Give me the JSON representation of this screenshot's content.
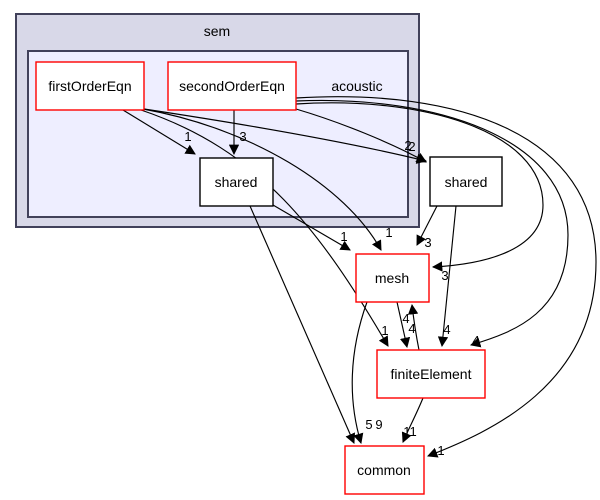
{
  "diagram": {
    "kind": "directory-dependency-graph",
    "clusters": [
      {
        "id": "sem",
        "label": "sem"
      },
      {
        "id": "acoustic",
        "label": "acoustic"
      }
    ],
    "nodes": [
      {
        "id": "firstOrderEqn",
        "label": "firstOrderEqn",
        "border": "red"
      },
      {
        "id": "secondOrderEqn",
        "label": "secondOrderEqn",
        "border": "red"
      },
      {
        "id": "shared_sem",
        "label": "shared",
        "border": "black"
      },
      {
        "id": "shared",
        "label": "shared",
        "border": "black"
      },
      {
        "id": "mesh",
        "label": "mesh",
        "border": "red"
      },
      {
        "id": "finiteElement",
        "label": "finiteElement",
        "border": "red"
      },
      {
        "id": "common",
        "label": "common",
        "border": "red"
      }
    ],
    "edges": [
      {
        "from": "firstOrderEqn",
        "to": "shared_sem",
        "label": "1"
      },
      {
        "from": "secondOrderEqn",
        "to": "shared_sem",
        "label": "3"
      },
      {
        "from": "firstOrderEqn",
        "to": "shared",
        "label": "2"
      },
      {
        "from": "secondOrderEqn",
        "to": "shared",
        "label": "2"
      },
      {
        "from": "firstOrderEqn",
        "to": "mesh",
        "label": "1"
      },
      {
        "from": "firstOrderEqn",
        "to": "finiteElement",
        "label": "1"
      },
      {
        "from": "secondOrderEqn",
        "to": "mesh",
        "label": "3"
      },
      {
        "from": "secondOrderEqn",
        "to": "finiteElement",
        "label": "4"
      },
      {
        "from": "secondOrderEqn",
        "to": "common",
        "label": "1"
      },
      {
        "from": "shared_sem",
        "to": "mesh",
        "label": "1"
      },
      {
        "from": "shared_sem",
        "to": "common",
        "label": "5"
      },
      {
        "from": "shared",
        "to": "mesh",
        "label": "3"
      },
      {
        "from": "shared",
        "to": "finiteElement",
        "label": "4"
      },
      {
        "from": "mesh",
        "to": "finiteElement",
        "label": "4"
      },
      {
        "from": "mesh",
        "to": "common",
        "label": "9"
      },
      {
        "from": "finiteElement",
        "to": "mesh",
        "label": "4"
      },
      {
        "from": "finiteElement",
        "to": "common",
        "label": "11"
      }
    ],
    "colors": {
      "cluster_outer_fill": "#d8d8e8",
      "cluster_inner_fill": "#eeeeff",
      "cluster_border": "#41415a",
      "node_fill": "#ffffff",
      "node_border_red": "#ff0000",
      "node_border_black": "#000000",
      "edge_color": "#000000",
      "text_color": "#000000",
      "background": "#ffffff"
    }
  }
}
